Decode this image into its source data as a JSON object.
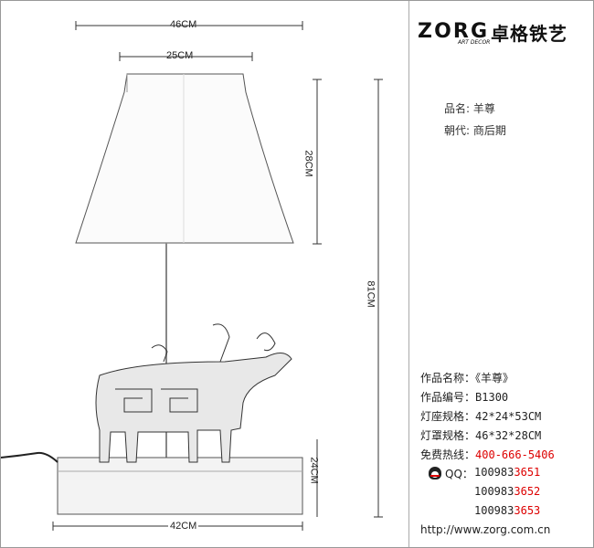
{
  "dimensions": {
    "shade_bottom_width": "46CM",
    "shade_top_width": "25CM",
    "shade_height": "28CM",
    "total_height": "81CM",
    "base_height": "24CM",
    "base_width": "42CM"
  },
  "brand": {
    "logo_text": "ZORG",
    "logo_sub": "ART DECOR",
    "name_cn": "卓格铁艺"
  },
  "product_short": {
    "name_label": "品名:",
    "name_value": "羊尊",
    "dynasty_label": "朝代:",
    "dynasty_value": "商后期"
  },
  "specs": {
    "work_name_label": "作品名称：",
    "work_name_value": "《羊尊》",
    "work_no_label": "作品编号：",
    "work_no_value": "B1300",
    "base_spec_label": "灯座规格：",
    "base_spec_value": "42*24*53CM",
    "shade_spec_label": "灯罩规格：",
    "shade_spec_value": "46*32*28CM",
    "hotline_label": "免费热线：",
    "hotline_value": "400-666-5406",
    "qq_label": "QQ：",
    "qq_numbers": [
      {
        "prefix": "100983",
        "suffix": "651",
        "lead": "3"
      },
      {
        "prefix": "100983",
        "suffix": "652",
        "lead": "3"
      },
      {
        "prefix": "100983",
        "suffix": "653",
        "lead": "3"
      }
    ],
    "website": "http://www.zorg.com.cn"
  },
  "colors": {
    "accent_red": "#dd0000"
  }
}
